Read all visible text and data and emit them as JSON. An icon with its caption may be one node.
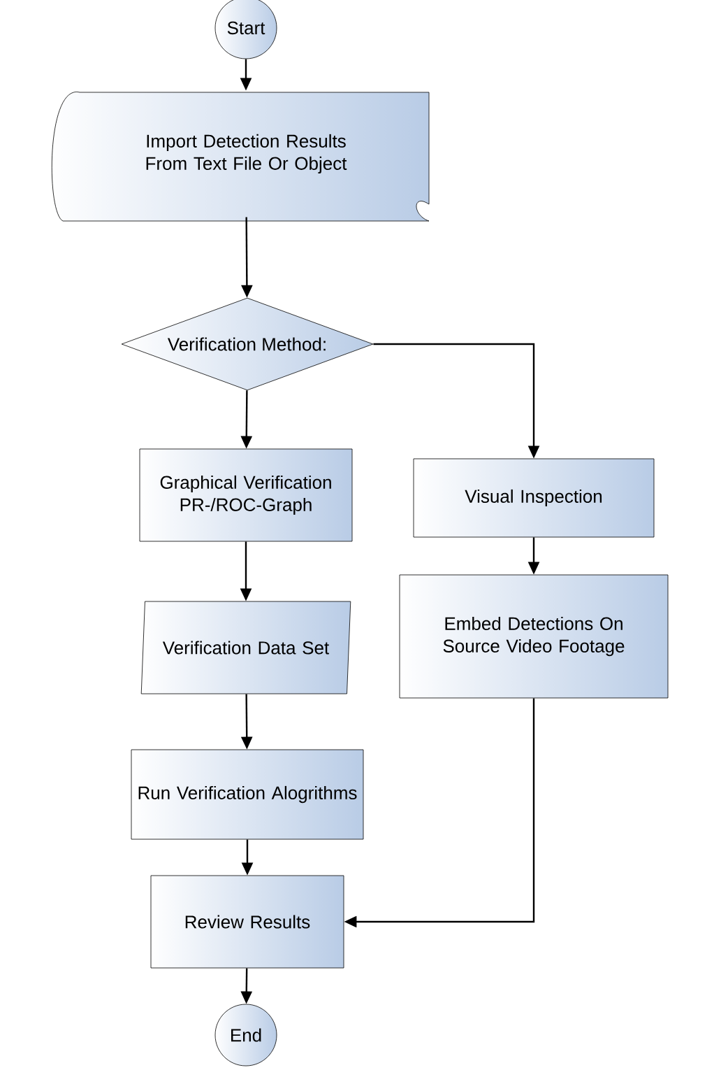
{
  "diagram": {
    "nodes": [
      {
        "text": [
          "Start"
        ]
      },
      {
        "text": [
          "Import Detection Results From Text File Or Object"
        ]
      },
      {
        "text": [
          "Verification Method:"
        ]
      },
      {
        "text": [
          "Graphical Verification PR-/ROC-Graph"
        ]
      },
      {
        "text": [
          "Visual Inspection"
        ]
      },
      {
        "text": [
          "Verification Data Set"
        ]
      },
      {
        "text": [
          "Embed Detections On Source Video Footage"
        ]
      },
      {
        "text": [
          "Run Verification Alogrithms"
        ]
      },
      {
        "text": [
          "Review Results"
        ]
      },
      {
        "text": [
          "End"
        ]
      }
    ],
    "edges": [
      {
        "from": 0,
        "to": 1,
        "arrow": "to"
      },
      {
        "from": 1,
        "to": 2,
        "arrow": "to"
      },
      {
        "from": 2,
        "to": 3,
        "arrow": "to"
      },
      {
        "from": 2,
        "to": 4,
        "arrow": "to"
      },
      {
        "from": 3,
        "to": 5,
        "arrow": "to"
      },
      {
        "from": 4,
        "to": 6,
        "arrow": "to"
      },
      {
        "from": 5,
        "to": 7,
        "arrow": "to"
      },
      {
        "from": 7,
        "to": 8,
        "arrow": "to"
      },
      {
        "from": 6,
        "to": 8,
        "arrow": "to"
      },
      {
        "from": 8,
        "to": 9,
        "arrow": "to"
      }
    ]
  }
}
